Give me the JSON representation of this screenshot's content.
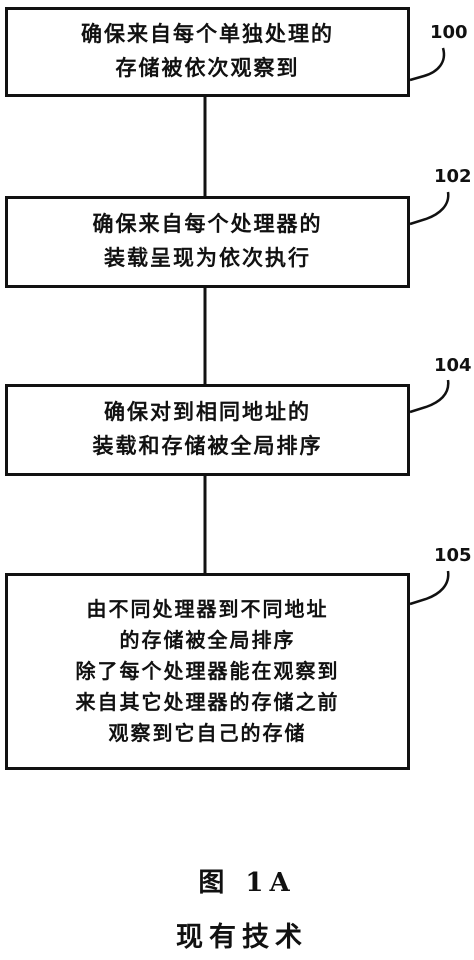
{
  "steps": [
    {
      "ref": "100",
      "lines": [
        "确保来自每个单独处理的",
        "存储被依次观察到"
      ]
    },
    {
      "ref": "102",
      "lines": [
        "确保来自每个处理器的",
        "装载呈现为依次执行"
      ]
    },
    {
      "ref": "104",
      "lines": [
        "确保对到相同地址的",
        "装载和存储被全局排序"
      ]
    },
    {
      "ref": "105",
      "lines": [
        "由不同处理器到不同地址",
        "的存储被全局排序",
        "除了每个处理器能在观察到",
        "来自其它处理器的存储之前",
        "观察到它自己的存储"
      ]
    }
  ],
  "figure": {
    "label": "图  1A",
    "subtitle": "现有技术"
  },
  "colors": {
    "ink": "#111111",
    "background": "#ffffff"
  }
}
